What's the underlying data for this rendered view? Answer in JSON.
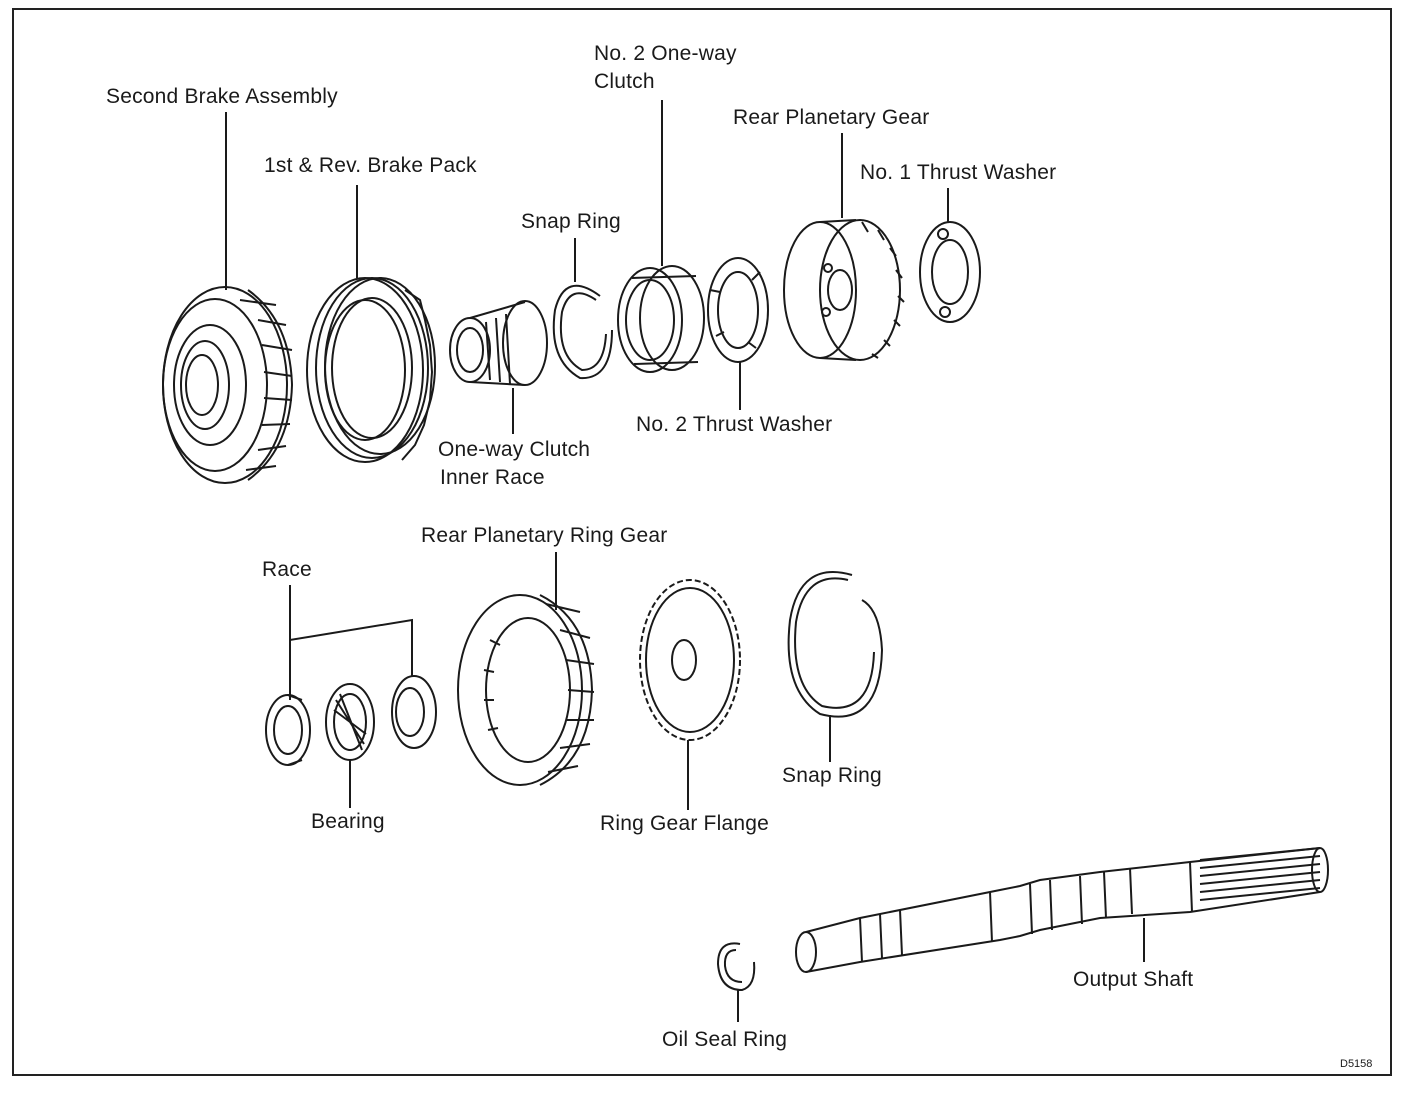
{
  "labels": {
    "second_brake_assembly": "Second Brake Assembly",
    "first_rev_brake_pack": "1st & Rev. Brake Pack",
    "snap_ring_top": "Snap Ring",
    "no2_one_way_clutch_line1": "No. 2 One-way",
    "no2_one_way_clutch_line2": "Clutch",
    "rear_planetary_gear": "Rear Planetary Gear",
    "no1_thrust_washer": "No. 1 Thrust Washer",
    "no2_thrust_washer": "No. 2 Thrust Washer",
    "one_way_clutch_inner_race_line1": "One-way Clutch",
    "one_way_clutch_inner_race_line2": "Inner Race",
    "race": "Race",
    "rear_planetary_ring_gear": "Rear Planetary Ring Gear",
    "bearing": "Bearing",
    "ring_gear_flange": "Ring Gear Flange",
    "snap_ring_bottom": "Snap Ring",
    "output_shaft": "Output Shaft",
    "oil_seal_ring": "Oil Seal Ring"
  },
  "figure_code": "D5158",
  "colors": {
    "ink": "#1a1a1a",
    "paper": "#ffffff"
  }
}
